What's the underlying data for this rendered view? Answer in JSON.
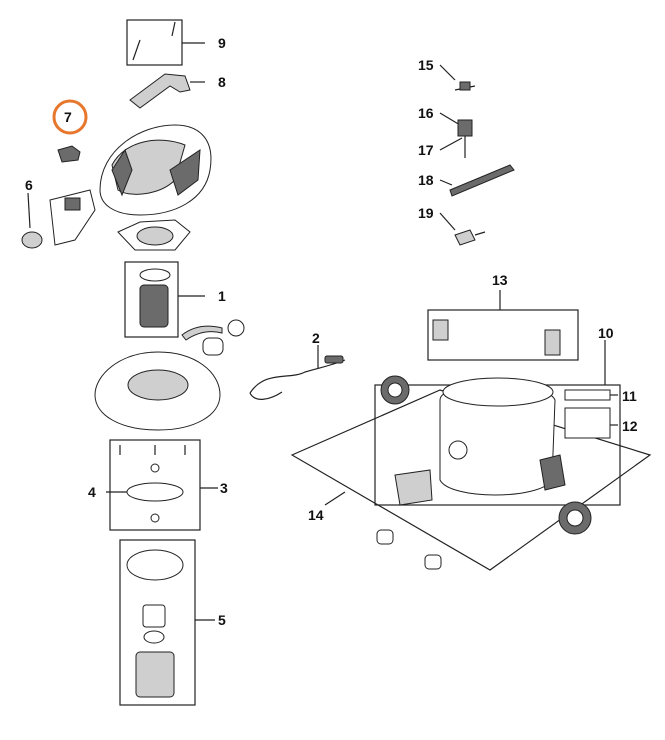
{
  "callouts": [
    {
      "id": "1",
      "label": "1"
    },
    {
      "id": "2",
      "label": "2"
    },
    {
      "id": "3",
      "label": "3"
    },
    {
      "id": "4",
      "label": "4"
    },
    {
      "id": "5",
      "label": "5"
    },
    {
      "id": "6",
      "label": "6"
    },
    {
      "id": "7",
      "label": "7",
      "highlighted": true
    },
    {
      "id": "8",
      "label": "8"
    },
    {
      "id": "9",
      "label": "9"
    },
    {
      "id": "10",
      "label": "10"
    },
    {
      "id": "11",
      "label": "11"
    },
    {
      "id": "12",
      "label": "12"
    },
    {
      "id": "13",
      "label": "13"
    },
    {
      "id": "14",
      "label": "14"
    },
    {
      "id": "15",
      "label": "15"
    },
    {
      "id": "16",
      "label": "16"
    },
    {
      "id": "17",
      "label": "17"
    },
    {
      "id": "18",
      "label": "18"
    },
    {
      "id": "19",
      "label": "19"
    }
  ],
  "colors": {
    "highlight": "#e8772e",
    "line": "#222222"
  }
}
